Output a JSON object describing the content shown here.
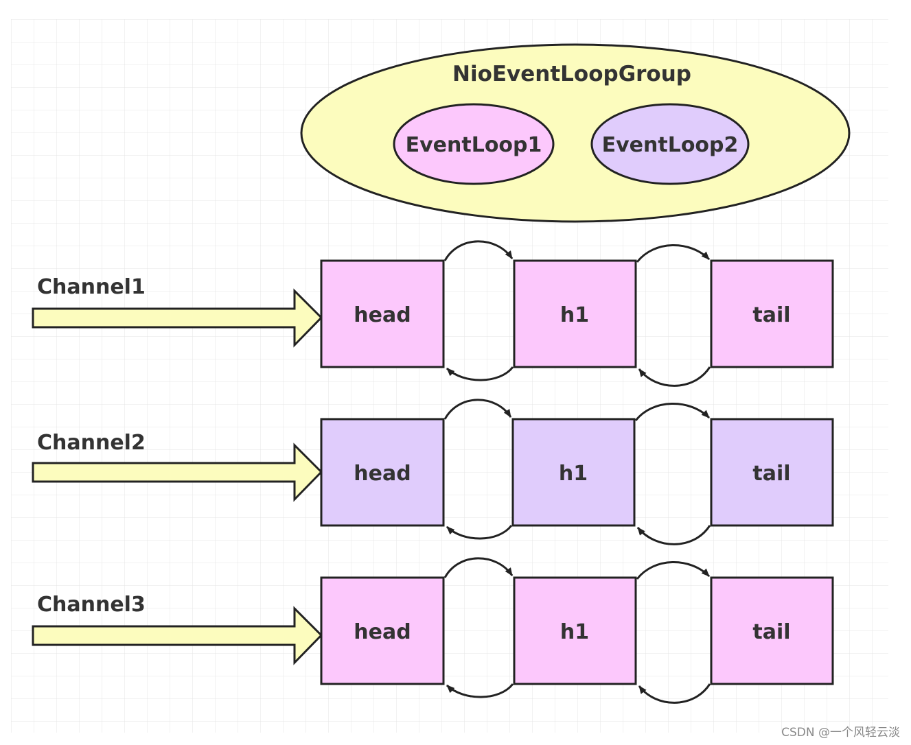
{
  "group": {
    "title": "NioEventLoopGroup",
    "fill": "#fcfcbe",
    "loops": [
      {
        "label": "EventLoop1",
        "fill": "#fcc8fc"
      },
      {
        "label": "EventLoop2",
        "fill": "#e0ccfc"
      }
    ]
  },
  "channels": [
    {
      "label": "Channel1",
      "handler_fill": "#fcc8fc",
      "handlers": [
        "head",
        "h1",
        "tail"
      ]
    },
    {
      "label": "Channel2",
      "handler_fill": "#e0ccfc",
      "handlers": [
        "head",
        "h1",
        "tail"
      ]
    },
    {
      "label": "Channel3",
      "handler_fill": "#fcc8fc",
      "handlers": [
        "head",
        "h1",
        "tail"
      ]
    }
  ],
  "colors": {
    "stroke": "#222222",
    "text": "#333333",
    "arrow_fill": "#fcfcbe",
    "grid": "#e4e4e4"
  },
  "watermark": "CSDN @一个风轻云淡"
}
